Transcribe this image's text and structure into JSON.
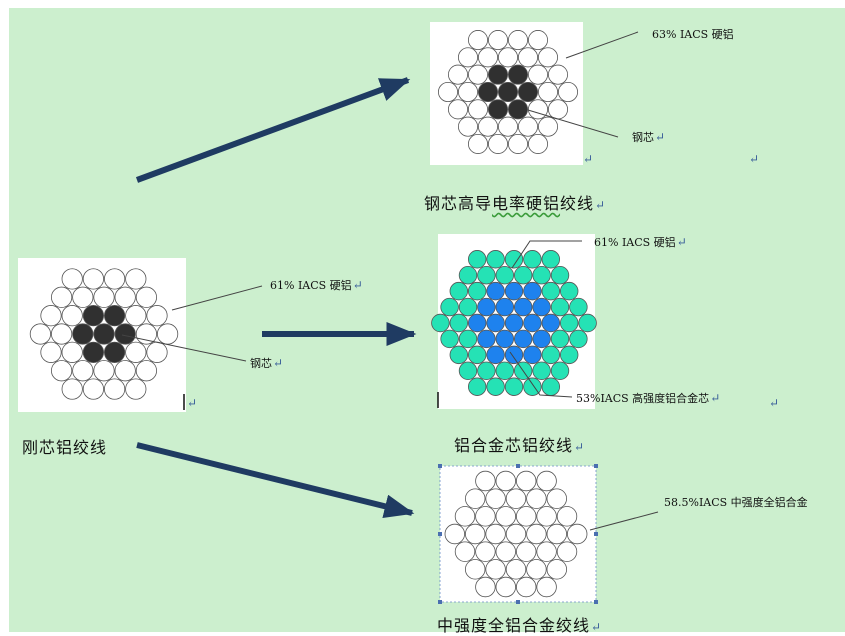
{
  "colors": {
    "page_bg": "#ccefce",
    "arrow": "#1f3b62",
    "strand_outline": "#555555",
    "steel_core": "#303030",
    "alloy_core": "#1e82ee",
    "alloy_outer": "#25e2b5"
  },
  "return_mark": "↵",
  "source": {
    "caption": "刚芯铝绞线",
    "label_outer": "61% IACS 硬铝",
    "label_core": "钢芯"
  },
  "top": {
    "caption_plain": "钢芯高导",
    "caption_marked": "电率硬铝",
    "caption_tail": "绞线",
    "label_outer": "63% IACS 硬铝",
    "label_core": "钢芯"
  },
  "middle": {
    "caption": "铝合金芯铝绞线",
    "label_outer": "61% IACS 硬铝",
    "label_core": "53%IACS 高强度铝合金芯"
  },
  "bottom": {
    "caption": "中强度全铝合金绞线",
    "label_outer": "58.5%IACS 中强度全铝合金"
  }
}
